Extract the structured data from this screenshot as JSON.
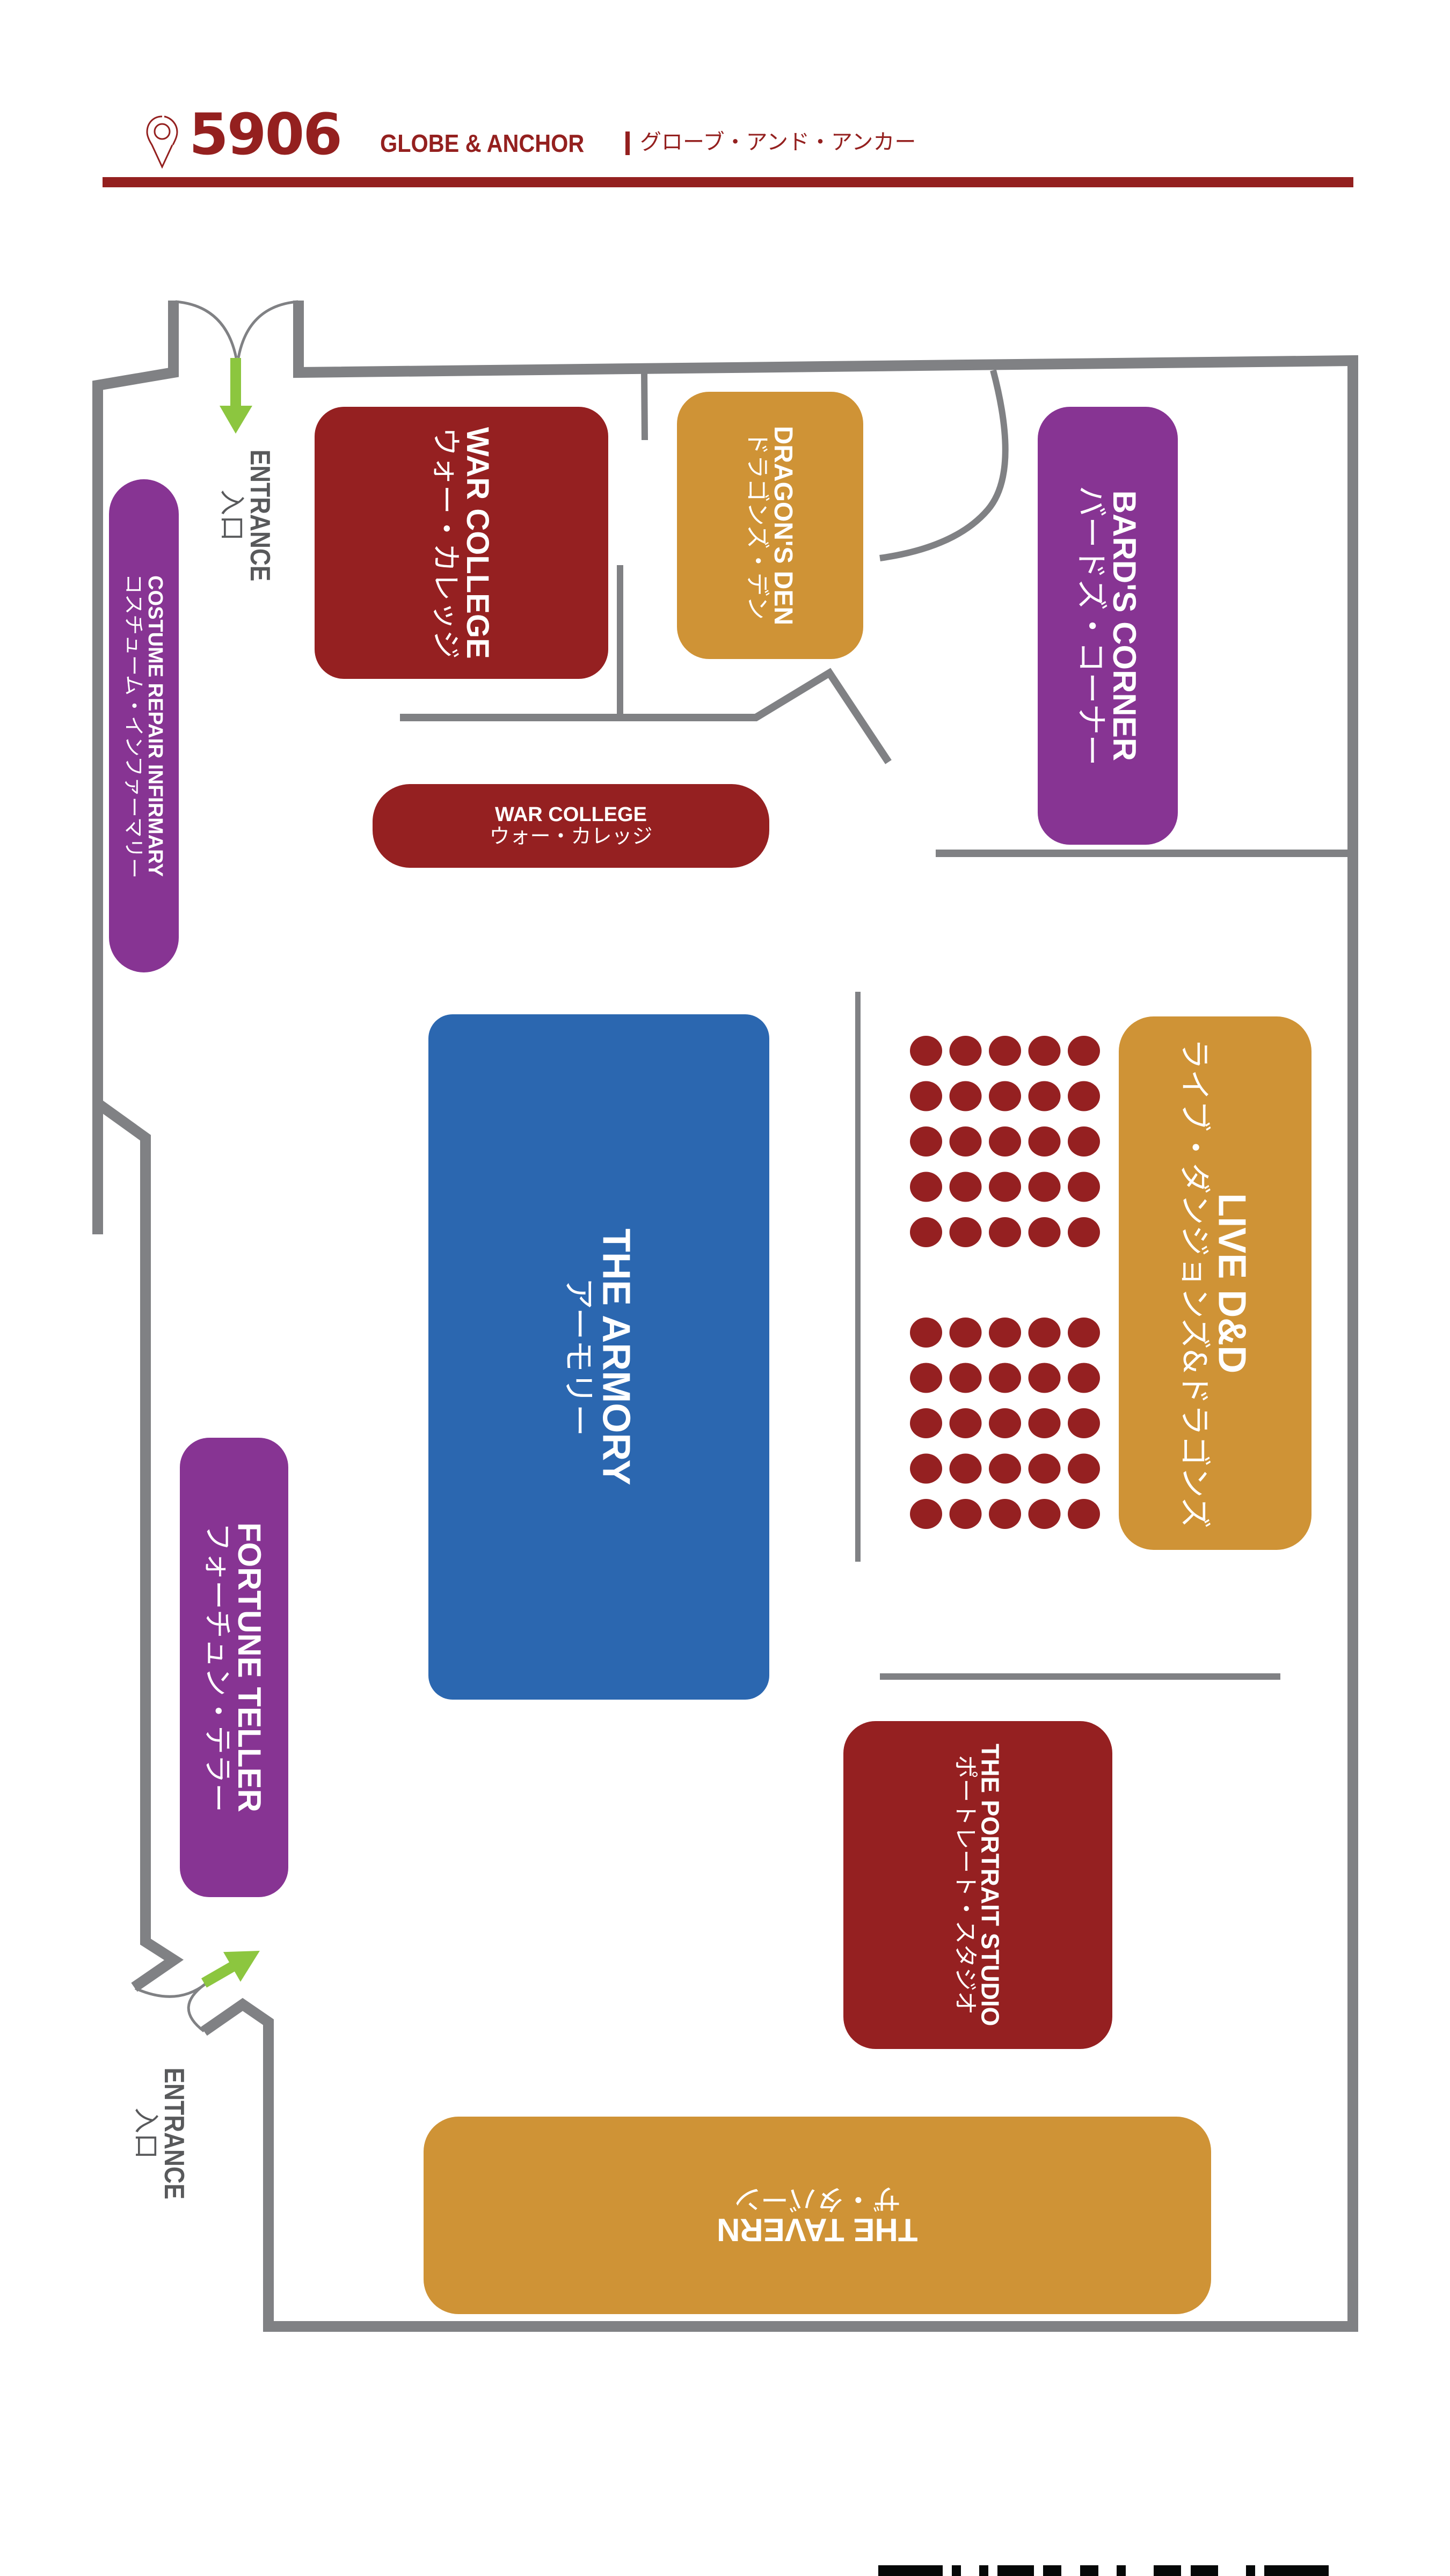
{
  "header": {
    "booth_number": "5906",
    "icon": "map-pin-icon",
    "title_en": "GLOBE & ANCHOR",
    "separator": "|",
    "title_jp": "グローブ・アンド・アンカー"
  },
  "colors": {
    "brand_red": "#94201f",
    "crimson_room": "#952021",
    "gold_room": "#cf9336",
    "purple_room": "#873493",
    "blue_room": "#2b67b0",
    "wall_gray": "#808184",
    "entrance_arrow_green": "#8cc63f",
    "seat_red": "#952021",
    "label_gray": "#58595b"
  },
  "rooms": [
    {
      "id": "war-college-room",
      "name_en": "WAR COLLEGE",
      "name_jp": "ウォー・カレッジ",
      "color": "crimson"
    },
    {
      "id": "dragons-den",
      "name_en": "DRAGON'S DEN",
      "name_jp": "ドラゴンズ・デン",
      "color": "gold"
    },
    {
      "id": "bards-corner",
      "name_en": "BARD'S CORNER",
      "name_jp": "バードズ・コーナー",
      "color": "purple"
    },
    {
      "id": "war-college-counter",
      "name_en": "WAR COLLEGE",
      "name_jp": "ウォー・カレッジ",
      "color": "crimson"
    },
    {
      "id": "costume-repair-infirmary",
      "name_en": "COSTUME REPAIR INFIRMARY",
      "name_jp": "コスチューム・インファーマリー",
      "color": "purple"
    },
    {
      "id": "the-armory",
      "name_en": "THE ARMORY",
      "name_jp": "アーモリー",
      "color": "blue"
    },
    {
      "id": "live-dnd",
      "name_en": "LIVE D&D",
      "name_jp": "ライブ・ダンジョンズ&ドラゴンズ",
      "color": "gold"
    },
    {
      "id": "fortune-teller",
      "name_en": "FORTUNE TELLER",
      "name_jp": "フォーチュン・テラー",
      "color": "purple"
    },
    {
      "id": "portrait-studio",
      "name_en": "THE PORTRAIT STUDIO",
      "name_jp": "ポートレート・スタジオ",
      "color": "crimson"
    },
    {
      "id": "the-tavern",
      "name_en": "THE TAVERN",
      "name_jp": "ザ・タバーン",
      "color": "gold"
    }
  ],
  "entrances": [
    {
      "id": "entrance-top",
      "label_en": "ENTRANCE",
      "label_jp": "入口",
      "icon": "arrow-down-icon"
    },
    {
      "id": "entrance-bottom",
      "label_en": "ENTRANCE",
      "label_jp": "入口",
      "icon": "arrow-up-right-icon"
    }
  ],
  "seating": {
    "blocks": 2,
    "rows_per_block": 5,
    "seats_per_row": 5,
    "total_seats": 50
  }
}
